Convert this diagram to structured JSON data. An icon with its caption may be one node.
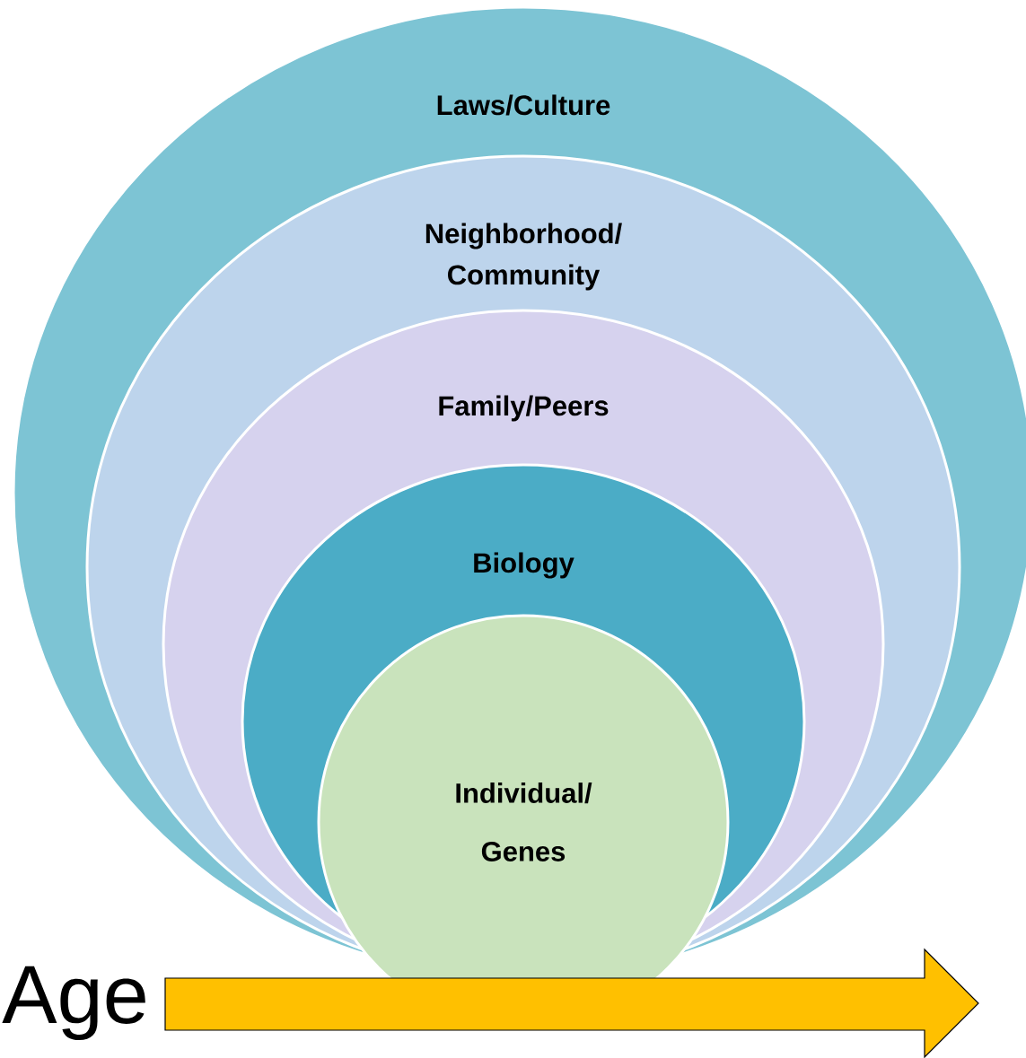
{
  "diagram": {
    "nodes": [
      {
        "text": [
          "Laws/Culture"
        ]
      },
      {
        "text": [
          "Neighborhood/ Community"
        ],
        "in": 0
      },
      {
        "text": [
          "Family/Peers"
        ],
        "in": 1
      },
      {
        "text": [
          "Biology"
        ],
        "in": 2
      },
      {
        "text": [
          "Individual/ Genes"
        ],
        "in": 3
      }
    ],
    "labels": [
      "Age"
    ]
  }
}
